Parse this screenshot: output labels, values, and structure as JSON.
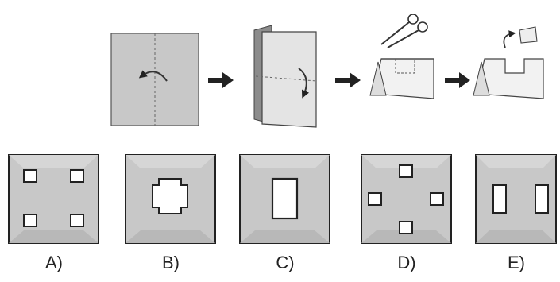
{
  "colors": {
    "paper": "#c8c8c8",
    "paper_dark": "#9a9a9a",
    "stroke": "#222222",
    "white": "#ffffff",
    "fold_line": "#e8e8e8"
  },
  "icons": [
    "curved-arrow-icon",
    "right-arrow-icon",
    "scissors-icon"
  ],
  "options": [
    {
      "label": "A)"
    },
    {
      "label": "B)"
    },
    {
      "label": "C)"
    },
    {
      "label": "D)"
    },
    {
      "label": "E)"
    }
  ]
}
